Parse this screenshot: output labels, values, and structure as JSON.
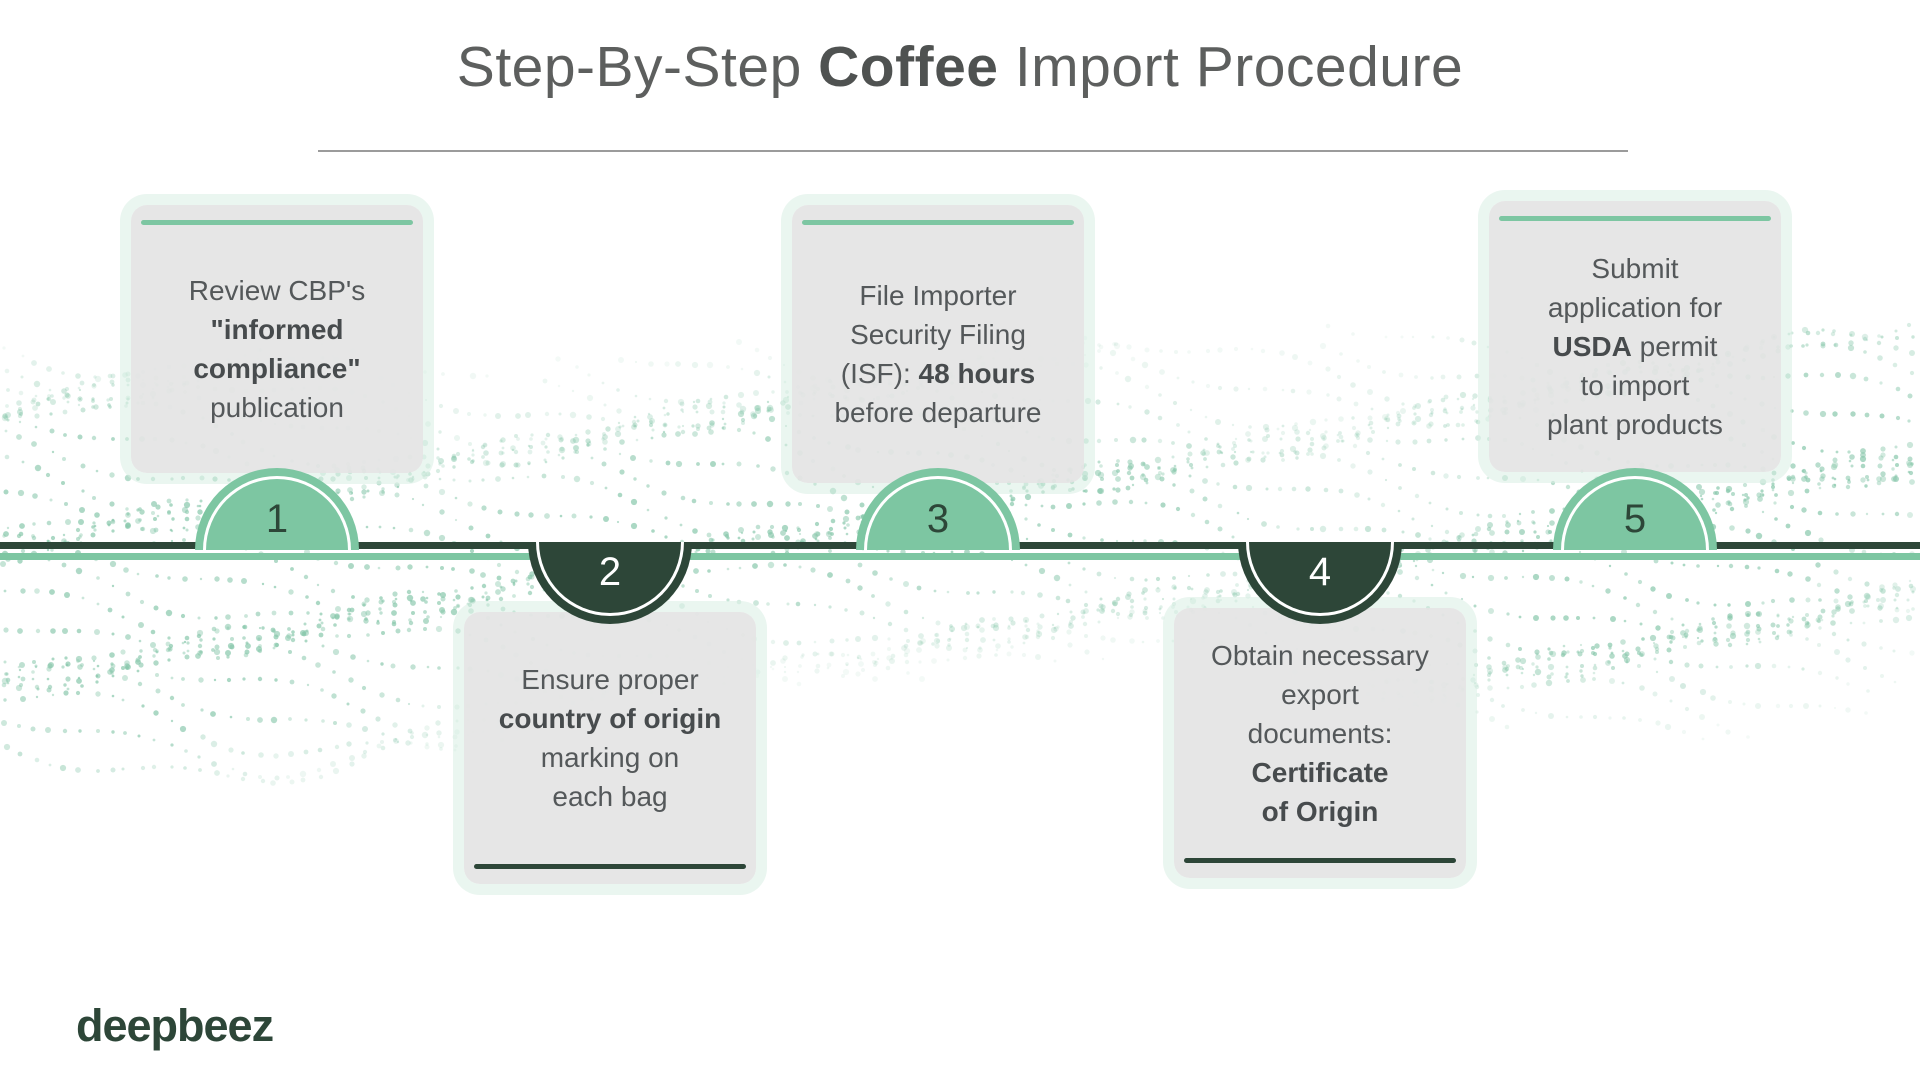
{
  "title": {
    "pre": "Step-By-Step ",
    "bold": "Coffee",
    "post": " Import Procedure"
  },
  "brand": {
    "logo_text": "deepbeez"
  },
  "colors": {
    "accent_green": "#7dc6a2",
    "accent_dark": "#2d4638",
    "card_bg": "#e4e4e4",
    "title_text": "#5d5f5e",
    "body_text": "#54585a"
  },
  "timeline": {
    "step_count": 5
  },
  "steps": [
    {
      "number": "1",
      "side": "above",
      "marker_color": "green",
      "lines": [
        [
          {
            "t": "Review CBP's",
            "b": false
          }
        ],
        [
          {
            "t": "\"informed",
            "b": true
          }
        ],
        [
          {
            "t": "compliance\"",
            "b": true
          }
        ],
        [
          {
            "t": "publication",
            "b": false
          }
        ]
      ]
    },
    {
      "number": "2",
      "side": "below",
      "marker_color": "dark",
      "lines": [
        [
          {
            "t": "Ensure proper",
            "b": false
          }
        ],
        [
          {
            "t": "country of origin",
            "b": true
          }
        ],
        [
          {
            "t": "marking on",
            "b": false
          }
        ],
        [
          {
            "t": "each bag",
            "b": false
          }
        ]
      ]
    },
    {
      "number": "3",
      "side": "above",
      "marker_color": "green",
      "lines": [
        [
          {
            "t": "File Importer",
            "b": false
          }
        ],
        [
          {
            "t": "Security Filing",
            "b": false
          }
        ],
        [
          {
            "t": "(ISF): ",
            "b": false
          },
          {
            "t": "48 hours",
            "b": true
          }
        ],
        [
          {
            "t": "before departure",
            "b": false
          }
        ]
      ]
    },
    {
      "number": "4",
      "side": "below",
      "marker_color": "dark",
      "lines": [
        [
          {
            "t": "Obtain necessary",
            "b": false
          }
        ],
        [
          {
            "t": "export",
            "b": false
          }
        ],
        [
          {
            "t": "documents:",
            "b": false
          }
        ],
        [
          {
            "t": "Certificate",
            "b": true
          }
        ],
        [
          {
            "t": "of Origin",
            "b": true
          }
        ]
      ]
    },
    {
      "number": "5",
      "side": "above",
      "marker_color": "green",
      "lines": [
        [
          {
            "t": "Submit",
            "b": false
          }
        ],
        [
          {
            "t": "application for",
            "b": false
          }
        ],
        [
          {
            "t": "USDA",
            "b": true
          },
          {
            "t": " permit",
            "b": false
          }
        ],
        [
          {
            "t": "to import",
            "b": false
          }
        ],
        [
          {
            "t": "plant products",
            "b": false
          }
        ]
      ]
    }
  ]
}
